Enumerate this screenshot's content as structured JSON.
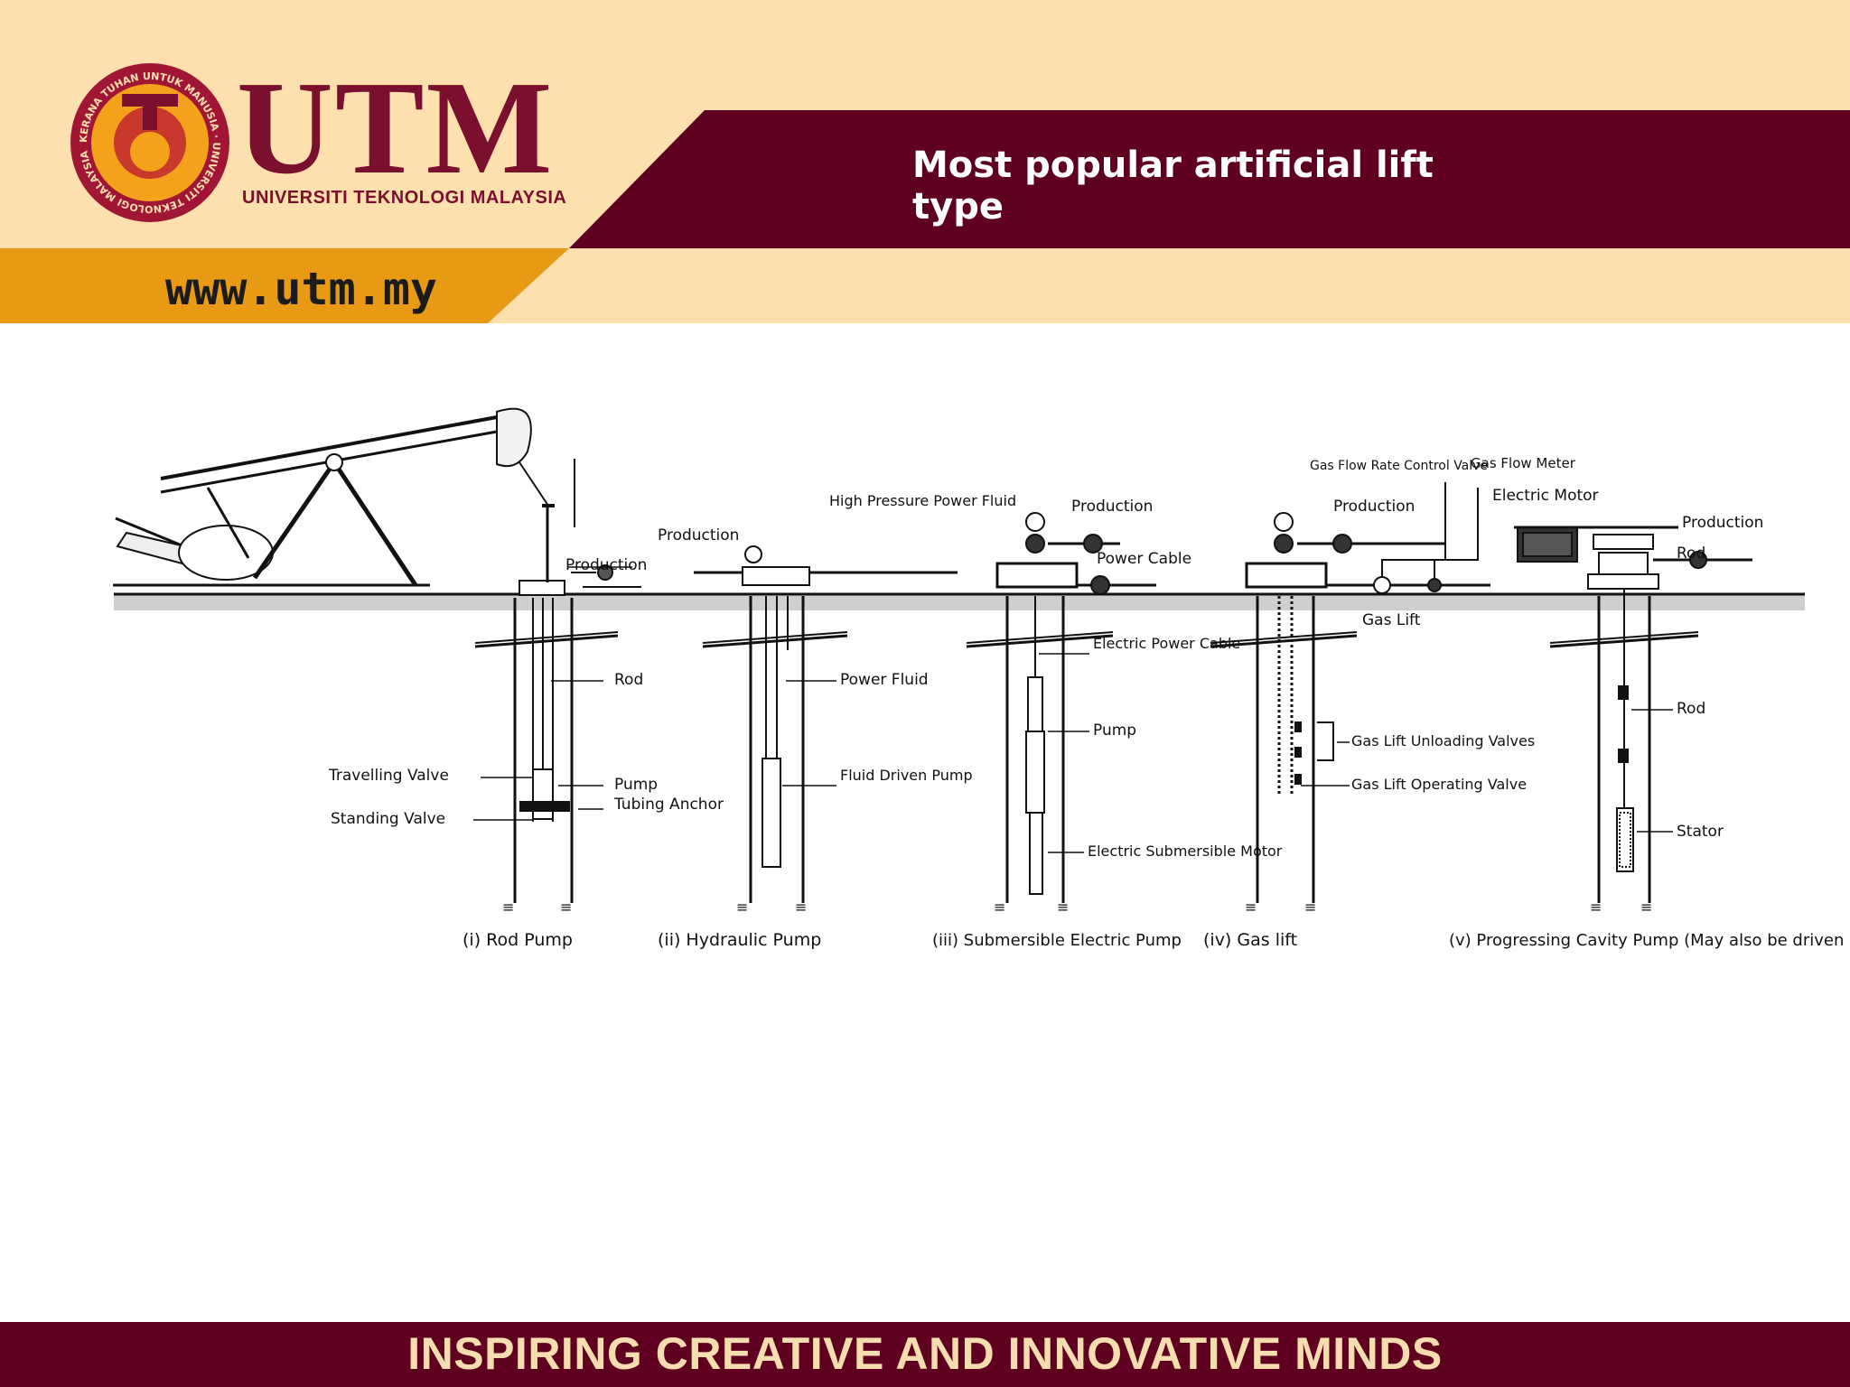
{
  "header": {
    "title": "Most popular artificial lift type",
    "logo_wordmark": "UTM",
    "logo_subtitle": "UNIVERSITI TEKNOLOGI MALAYSIA",
    "logo_ring_text": "KERANA TUHAN UNTUK MANUSIA · UNIVERSITI TEKNOLOGI MALAYSIA",
    "url": "www.utm.my"
  },
  "footer": {
    "tagline": "INSPIRING CREATIVE AND INNOVATIVE MINDS"
  },
  "colors": {
    "cream": "#fde0ad",
    "maroon": "#5f0020",
    "gold": "#e89a15",
    "logo_maroon": "#7a0f2e"
  },
  "diagram": {
    "rod_pump": {
      "caption": "(i) Rod Pump",
      "labels": {
        "production": "Production",
        "rod": "Rod",
        "travelling_valve": "Travelling Valve",
        "pump": "Pump",
        "standing_valve": "Standing Valve",
        "tubing_anchor": "Tubing Anchor"
      }
    },
    "hydraulic_pump": {
      "caption": "(ii) Hydraulic Pump",
      "labels": {
        "high_pressure": "High Pressure Power Fluid",
        "production": "Production",
        "power_fluid": "Power Fluid",
        "fluid_driven_pump": "Fluid Driven Pump"
      }
    },
    "esp": {
      "caption": "(iii) Submersible Electric Pump",
      "labels": {
        "production": "Production",
        "power_cable": "Power Cable",
        "electric_power_cable": "Electric Power Cable",
        "pump": "Pump",
        "motor": "Electric Submersible Motor"
      }
    },
    "gas_lift": {
      "caption": "(iv) Gas lift",
      "labels": {
        "flow_rate_valve": "Gas Flow Rate Control Valve",
        "flow_meter": "Gas Flow Meter",
        "production": "Production",
        "gas_lift": "Gas Lift",
        "unloading_valves": "Gas Lift Unloading Valves",
        "operating_valve": "Gas Lift Operating Valve"
      }
    },
    "pcp": {
      "caption": "(v) Progressing Cavity Pump (May also be driven by a downhole, electric submersible motor)",
      "labels": {
        "electric_motor": "Electric Motor",
        "production": "Production",
        "rod_top": "Rod",
        "rod": "Rod",
        "stator": "Stator"
      }
    }
  }
}
